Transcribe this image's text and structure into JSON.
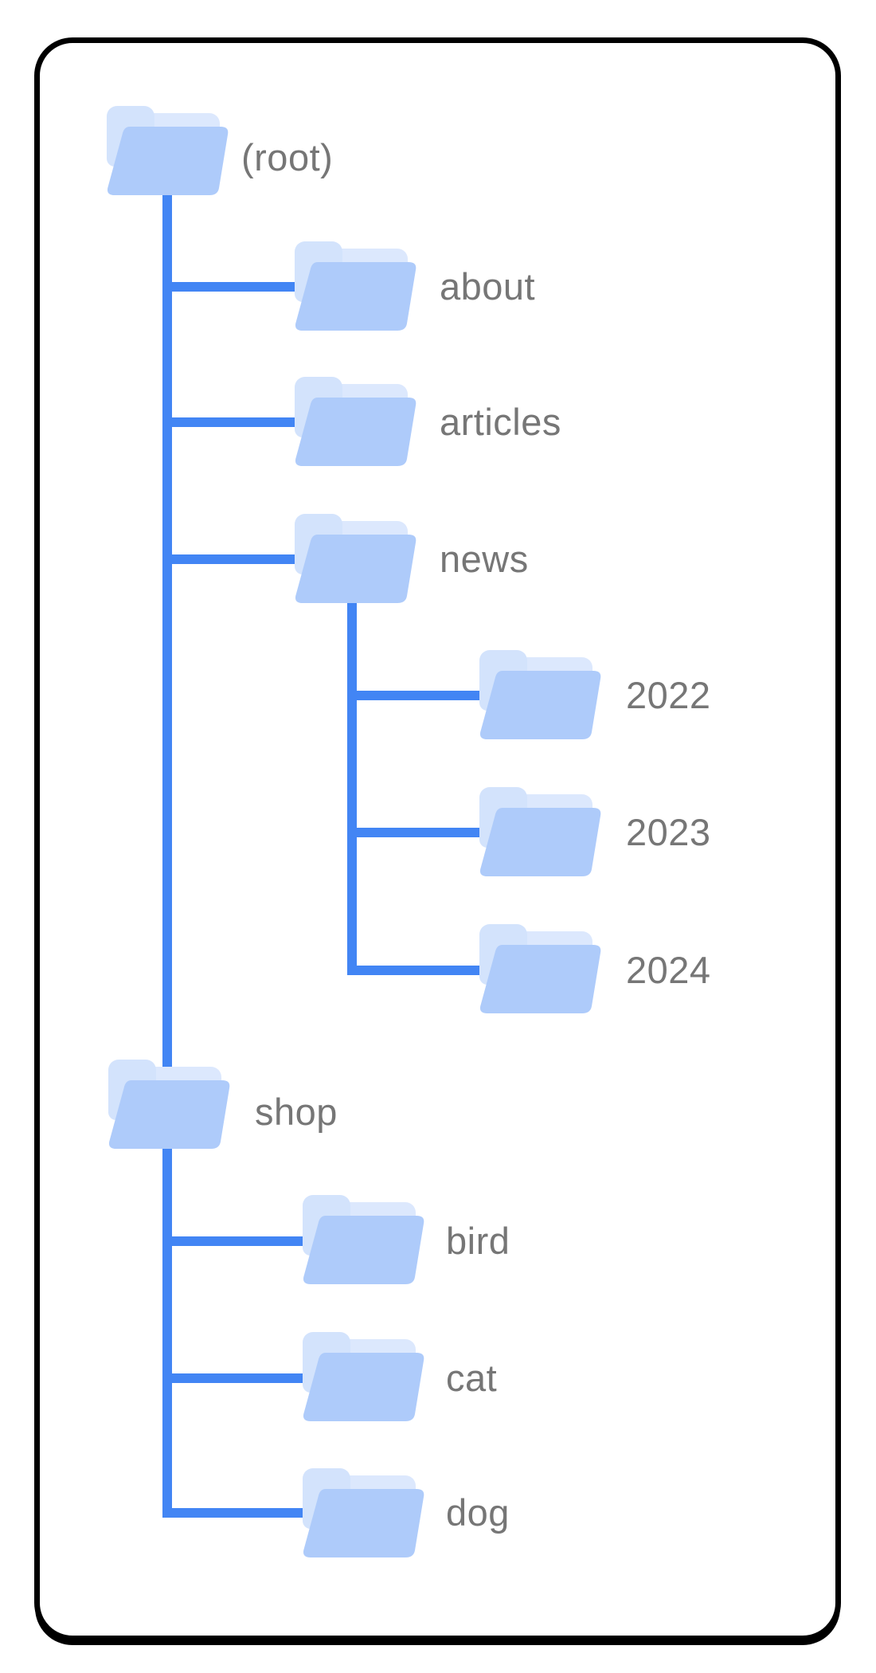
{
  "diagram": {
    "description_label": "folder tree",
    "tree": {
      "nodes": [
        {
          "id": "root",
          "label": "(root)",
          "parent": null,
          "children": [
            "about",
            "articles",
            "news",
            "shop"
          ]
        },
        {
          "id": "about",
          "label": "about",
          "parent": "root",
          "children": []
        },
        {
          "id": "articles",
          "label": "articles",
          "parent": "root",
          "children": []
        },
        {
          "id": "news",
          "label": "news",
          "parent": "root",
          "children": [
            "2022",
            "2023",
            "2024"
          ]
        },
        {
          "id": "2022",
          "label": "2022",
          "parent": "news",
          "children": []
        },
        {
          "id": "2023",
          "label": "2023",
          "parent": "news",
          "children": []
        },
        {
          "id": "2024",
          "label": "2024",
          "parent": "news",
          "children": []
        },
        {
          "id": "shop",
          "label": "shop",
          "parent": "root",
          "children": [
            "bird",
            "cat",
            "dog"
          ]
        },
        {
          "id": "bird",
          "label": "bird",
          "parent": "shop",
          "children": []
        },
        {
          "id": "cat",
          "label": "cat",
          "parent": "shop",
          "children": []
        },
        {
          "id": "dog",
          "label": "dog",
          "parent": "shop",
          "children": []
        }
      ]
    },
    "colors": {
      "background": "#ffffff",
      "card_border": "#000000",
      "connector": "#4285f4",
      "folder_front": "#aecbfa",
      "folder_back": "#d3e3fc",
      "folder_inner": "#dce8fd",
      "label_text": "#767676"
    }
  }
}
